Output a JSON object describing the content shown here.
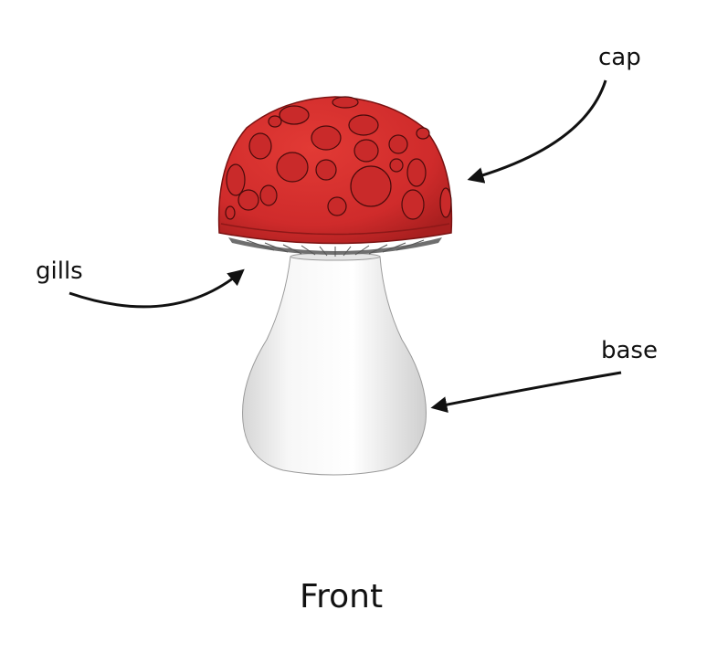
{
  "labels": {
    "cap": "cap",
    "gills": "gills",
    "base": "base"
  },
  "view_caption": "Front",
  "colors": {
    "cap": "#d22f2f",
    "cap_shadow": "#a81f1f",
    "spot_stroke": "#5a0e0e",
    "gills": "#8a8a8a",
    "base": "#f3f3f3",
    "base_shadow": "#c9c9c9",
    "arrow": "#111111"
  }
}
